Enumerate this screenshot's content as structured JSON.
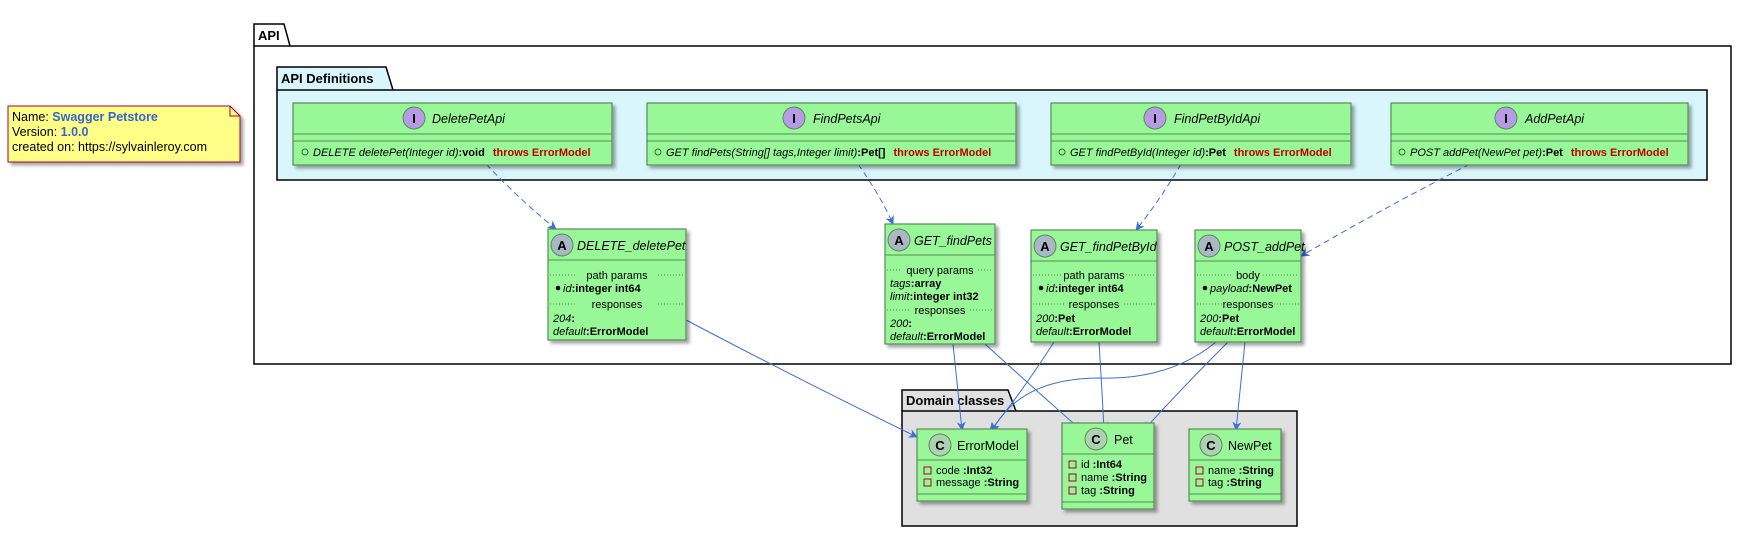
{
  "colors": {
    "class_fill": "#98f898",
    "class_stroke": "#5a8a5a",
    "interface_circle": "#b79be6",
    "abstract_circle": "#aab8c6",
    "class_circle": "#add1b2",
    "api_defs_fill": "#d8f6fb",
    "domain_fill": "#e0e0e0",
    "note_fill": "#ffff88",
    "arrow": "#3c6fd8",
    "throws": "#c00000",
    "link": "#3366cc"
  },
  "note": {
    "name_label": "Name: ",
    "name_value": "Swagger Petstore",
    "version_label": "Version: ",
    "version_value": "1.0.0",
    "created_line": "created  on: https://sylvainleroy.com"
  },
  "packages": {
    "api": "API",
    "api_definitions": "API Definitions",
    "domain": "Domain classes"
  },
  "interfaces": [
    {
      "letter": "I",
      "name": "DeletePetApi",
      "method": "DELETE deletePet(Integer id)",
      "return_type": ":void",
      "throws": "throws ErrorModel"
    },
    {
      "letter": "I",
      "name": "FindPetsApi",
      "method": "GET findPets(String[] tags,Integer limit)",
      "return_type": ":Pet[]",
      "throws": "throws ErrorModel"
    },
    {
      "letter": "I",
      "name": "FindPetByIdApi",
      "method": "GET findPetById(Integer id)",
      "return_type": ":Pet",
      "throws": "throws ErrorModel"
    },
    {
      "letter": "I",
      "name": "AddPetApi",
      "method": "POST addPet(NewPet pet)",
      "return_type": ":Pet",
      "throws": "throws ErrorModel"
    }
  ],
  "operations": [
    {
      "letter": "A",
      "name": "DELETE_deletePet",
      "sections": [
        {
          "title": "path params",
          "fields": [
            {
              "bullet": true,
              "name": "id",
              "type": ":integer int64"
            }
          ]
        },
        {
          "title": "responses",
          "fields": [
            {
              "bullet": false,
              "name": "204",
              "type": ":"
            },
            {
              "bullet": false,
              "name": "default",
              "type": ":ErrorModel"
            }
          ]
        }
      ]
    },
    {
      "letter": "A",
      "name": "GET_findPets",
      "sections": [
        {
          "title": "query params",
          "fields": [
            {
              "bullet": false,
              "name": "tags",
              "type": ":array"
            },
            {
              "bullet": false,
              "name": "limit",
              "type": ":integer int32"
            }
          ]
        },
        {
          "title": "responses",
          "fields": [
            {
              "bullet": false,
              "name": "200",
              "type": ":"
            },
            {
              "bullet": false,
              "name": "default",
              "type": ":ErrorModel"
            }
          ]
        }
      ]
    },
    {
      "letter": "A",
      "name": "GET_findPetById",
      "sections": [
        {
          "title": "path params",
          "fields": [
            {
              "bullet": true,
              "name": "id",
              "type": ":integer int64"
            }
          ]
        },
        {
          "title": "responses",
          "fields": [
            {
              "bullet": false,
              "name": "200",
              "type": ":Pet"
            },
            {
              "bullet": false,
              "name": "default",
              "type": ":ErrorModel"
            }
          ]
        }
      ]
    },
    {
      "letter": "A",
      "name": "POST_addPet",
      "sections": [
        {
          "title": "body",
          "fields": [
            {
              "bullet": true,
              "name": "payload",
              "type": ":NewPet"
            }
          ]
        },
        {
          "title": "responses",
          "fields": [
            {
              "bullet": false,
              "name": "200",
              "type": ":Pet"
            },
            {
              "bullet": false,
              "name": "default",
              "type": ":ErrorModel"
            }
          ]
        }
      ]
    }
  ],
  "domain_classes": [
    {
      "letter": "C",
      "name": "ErrorModel",
      "fields": [
        {
          "name": "code ",
          "type": ":Int32"
        },
        {
          "name": "message ",
          "type": ":String"
        }
      ]
    },
    {
      "letter": "C",
      "name": "Pet",
      "fields": [
        {
          "name": "id ",
          "type": ":Int64"
        },
        {
          "name": "name ",
          "type": ":String"
        },
        {
          "name": "tag ",
          "type": ":String"
        }
      ]
    },
    {
      "letter": "C",
      "name": "NewPet",
      "fields": [
        {
          "name": "name ",
          "type": ":String"
        },
        {
          "name": "tag ",
          "type": ":String"
        }
      ]
    }
  ]
}
